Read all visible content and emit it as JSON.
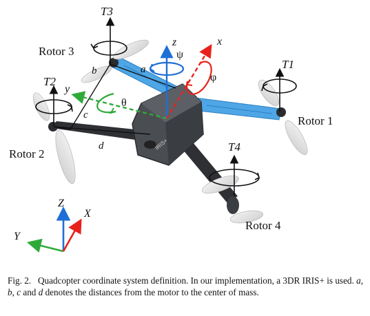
{
  "figure": {
    "rotors": [
      {
        "name": "Rotor 1",
        "thrust": "T1"
      },
      {
        "name": "Rotor 2",
        "thrust": "T2"
      },
      {
        "name": "Rotor 3",
        "thrust": "T3"
      },
      {
        "name": "Rotor 4",
        "thrust": "T4"
      }
    ],
    "distances": [
      "a",
      "b",
      "c",
      "d"
    ],
    "body_axes": {
      "x": "x",
      "y": "y",
      "z": "z"
    },
    "angles": {
      "roll": "φ",
      "pitch": "θ",
      "yaw": "ψ"
    },
    "world_axes": {
      "X": "X",
      "Y": "Y",
      "Z": "Z"
    },
    "drone_brand": "IRIS+",
    "colors": {
      "x_axis": "#e8221b",
      "y_axis": "#2faa3a",
      "z_axis": "#1f6fd6",
      "arm": "#4ea6e6",
      "body": "#4a4d52"
    }
  },
  "caption": {
    "label": "Fig. 2.",
    "text": "Quadcopter coordinate system definition. In our implementation, a 3DR IRIS+ is used.",
    "vars_a": "a",
    "vars_b": "b",
    "vars_c": "c",
    "vars_d": "d",
    "sep1": ", ",
    "sep2": ", ",
    "sep3": " and ",
    "tail": " denotes the distances from the motor to the center of mass."
  }
}
